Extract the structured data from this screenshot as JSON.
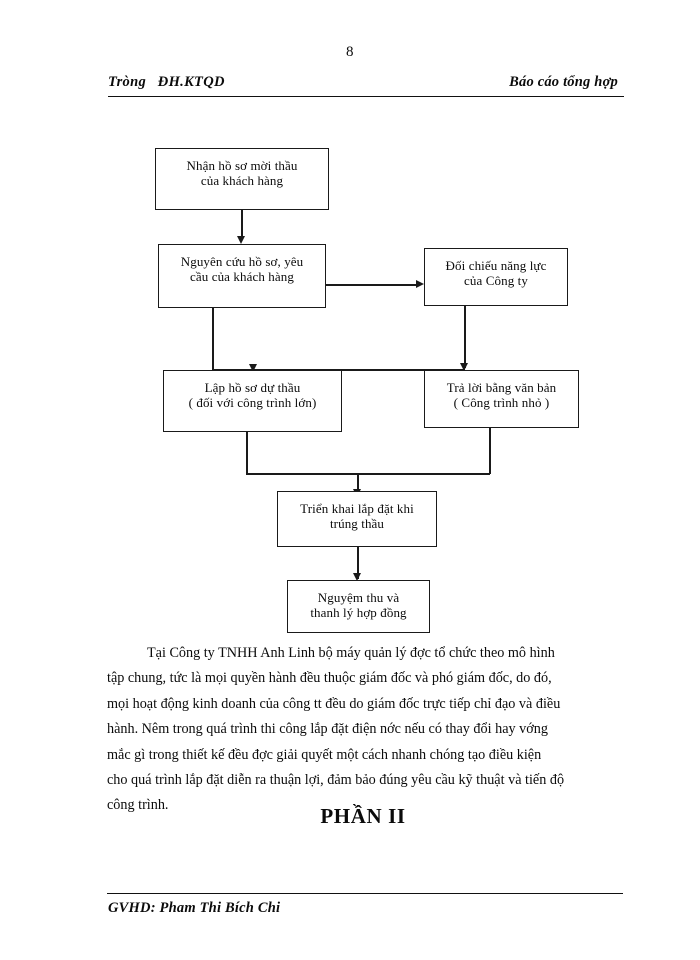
{
  "page": {
    "number": "8",
    "header_left": "Tròng   ĐH.KTQD",
    "header_right": "Báo cáo tổng hợp",
    "footer": "GVHD: Pham Thi Bích Chi",
    "part_title": "PHẦN II"
  },
  "flowchart": {
    "nodes": [
      {
        "id": "n1",
        "text": "Nhận hồ sơ mời thầu\ncủa khách hàng"
      },
      {
        "id": "n2",
        "text": "Nguyên cứu hồ sơ, yêu\ncầu của khách hàng"
      },
      {
        "id": "n3",
        "text": "Đối chiếu năng lực\ncủa Công ty"
      },
      {
        "id": "n4",
        "text": "Lập hồ sơ dự thầu\n( đối với công trình lớn)"
      },
      {
        "id": "n5",
        "text": "Trả lời bằng văn bản\n( Công trình nhỏ )"
      },
      {
        "id": "n6",
        "text": "Triển khai lắp đặt khi\ntrúng thầu"
      },
      {
        "id": "n7",
        "text": "Nguyệm thu và\nthanh lý hợp đồng"
      }
    ]
  },
  "body": {
    "paragraph_lines": [
      "Tại Công ty TNHH Anh Linh bộ máy quản lý đợc   tổ chức theo mô hình",
      "tập chung, tức là mọi quyền hành đều thuộc giám đốc và phó giám đốc, do đó,",
      "mọi hoạt động kinh doanh của công tt đều do giám đốc trực tiếp chỉ đạo và điều",
      "hành. Nêm trong quá trình thi công lắp đặt điện nớc   nếu có thay đổi hay vớng",
      "mắc gì trong thiết kế  đều đợc   giải quyết một cách nhanh chóng tạo điều kiện",
      "cho quá trình lắp đặt diễn ra thuận lợi, đảm bảo đúng yêu cầu kỹ thuật và tiến độ",
      "công trình."
    ]
  }
}
